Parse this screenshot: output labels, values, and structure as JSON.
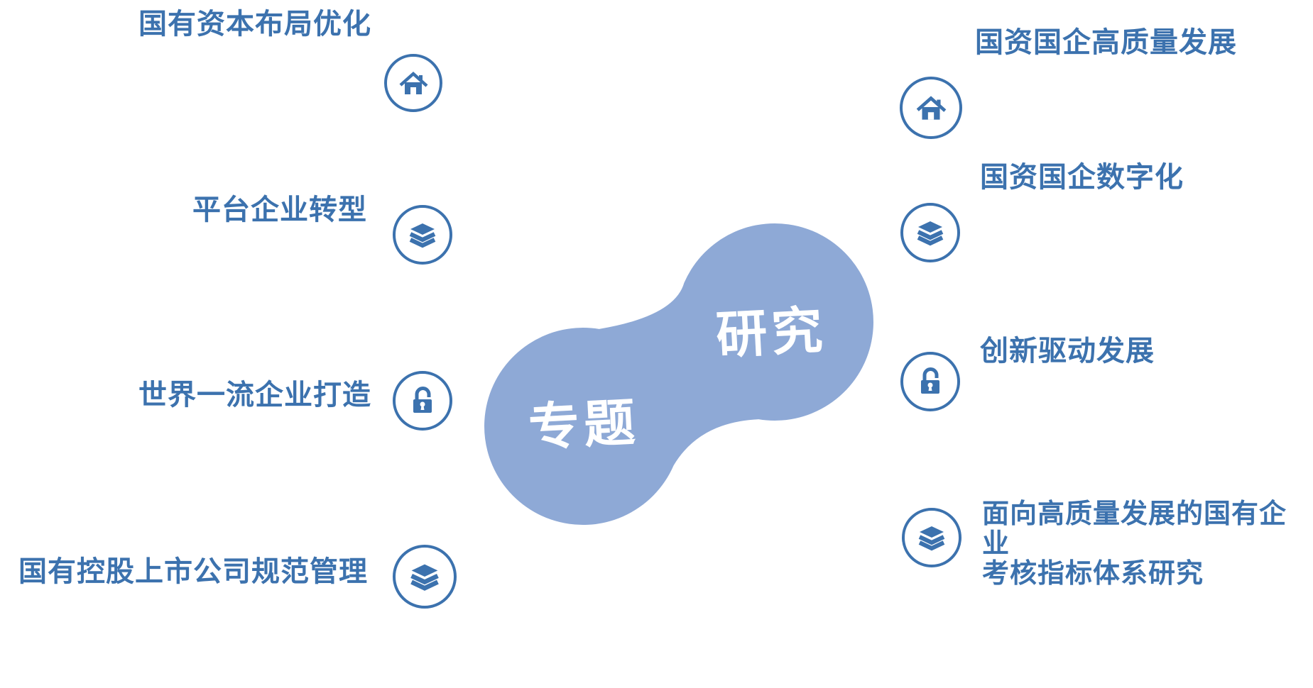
{
  "colors": {
    "accent_blue": "#3C72AE",
    "blob_fill": "#8EA9D6",
    "center_text": "#FFFFFF",
    "background": "#FFFFFF"
  },
  "center": {
    "left_word": "专题",
    "right_word": "研究"
  },
  "left_items": [
    {
      "label": "国有资本布局优化",
      "icon": "home-icon"
    },
    {
      "label": "平台企业转型",
      "icon": "layers-icon"
    },
    {
      "label": "世界一流企业打造",
      "icon": "unlock-icon"
    },
    {
      "label": "国有控股上市公司规范管理",
      "icon": "layers-icon"
    }
  ],
  "right_items": [
    {
      "label": "国资国企高质量发展",
      "icon": "home-icon"
    },
    {
      "label": "国资国企数字化",
      "icon": "layers-icon"
    },
    {
      "label": "创新驱动发展",
      "icon": "unlock-icon"
    },
    {
      "label": "面向高质量发展的国有企业\n考核指标体系研究",
      "icon": "layers-icon"
    }
  ]
}
